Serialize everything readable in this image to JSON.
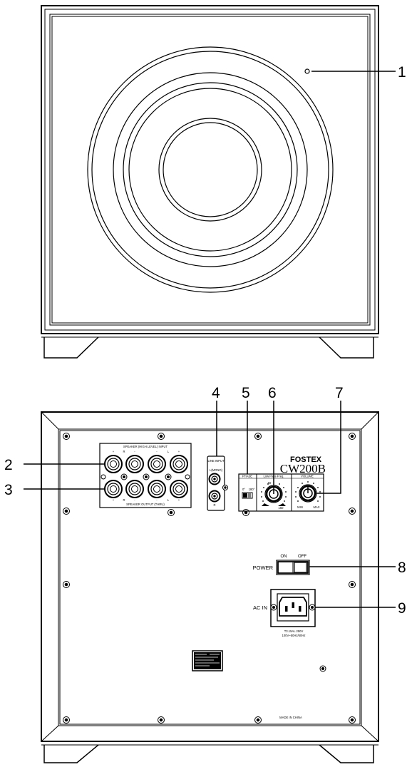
{
  "callouts": {
    "c1": "1",
    "c2": "2",
    "c3": "3",
    "c4": "4",
    "c5": "5",
    "c6": "6",
    "c7": "7",
    "c8": "8",
    "c9": "9"
  },
  "rear_panel": {
    "speaker_input_label": "SPEAKER (HIGH LEVEL) INPUT",
    "speaker_output_label": "SPEAKER OUTPUT (THRU)",
    "channel_r": "R",
    "channel_l": "L",
    "plus": "+",
    "minus": "-",
    "line_input_label": "LINE INPUT",
    "line_l_mono": "L(MONO)",
    "line_r": "R",
    "phase_label": "PHASE",
    "phase_0": "0°",
    "phase_180": "180°",
    "lpf_label": "Low Pass Freq.",
    "lpf_min": "50",
    "lpf_max": "150",
    "volume_label": "VOLUME",
    "volume_min": "MIN",
    "volume_max": "MAX",
    "brand": "FOSTEX",
    "model": "CW200B",
    "power_label": "POWER",
    "power_on": "ON",
    "power_off": "OFF",
    "ac_in_label": "AC IN",
    "fuse_line1": "T3.15AL 250V",
    "fuse_line2": "100V~50Hz/60Hz",
    "made_in": "MADE IN CHINA"
  },
  "colors": {
    "stroke": "#000000",
    "fill": "#ffffff",
    "panel_shade": "#f2f2f2"
  }
}
